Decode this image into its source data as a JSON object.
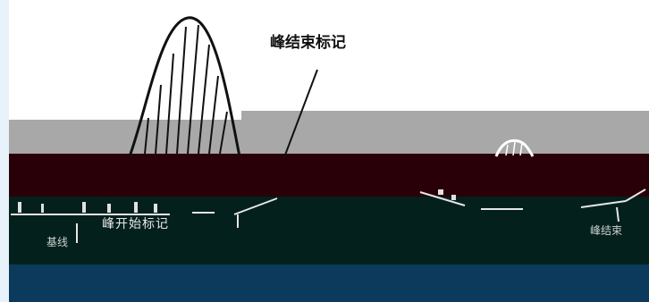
{
  "diagram": {
    "labels": {
      "peak_end": "峰结束标记",
      "peak_start": "峰开始标记",
      "baseline": "基线",
      "peak_end_2": "峰结束"
    }
  },
  "colors": {
    "background": "#ffffff",
    "gray_band": "#a8a8a8",
    "maroon_band": "#2a0008",
    "dark_teal_band": "#03201c",
    "navy_band": "#0b3a5c",
    "curve": "#111111"
  }
}
